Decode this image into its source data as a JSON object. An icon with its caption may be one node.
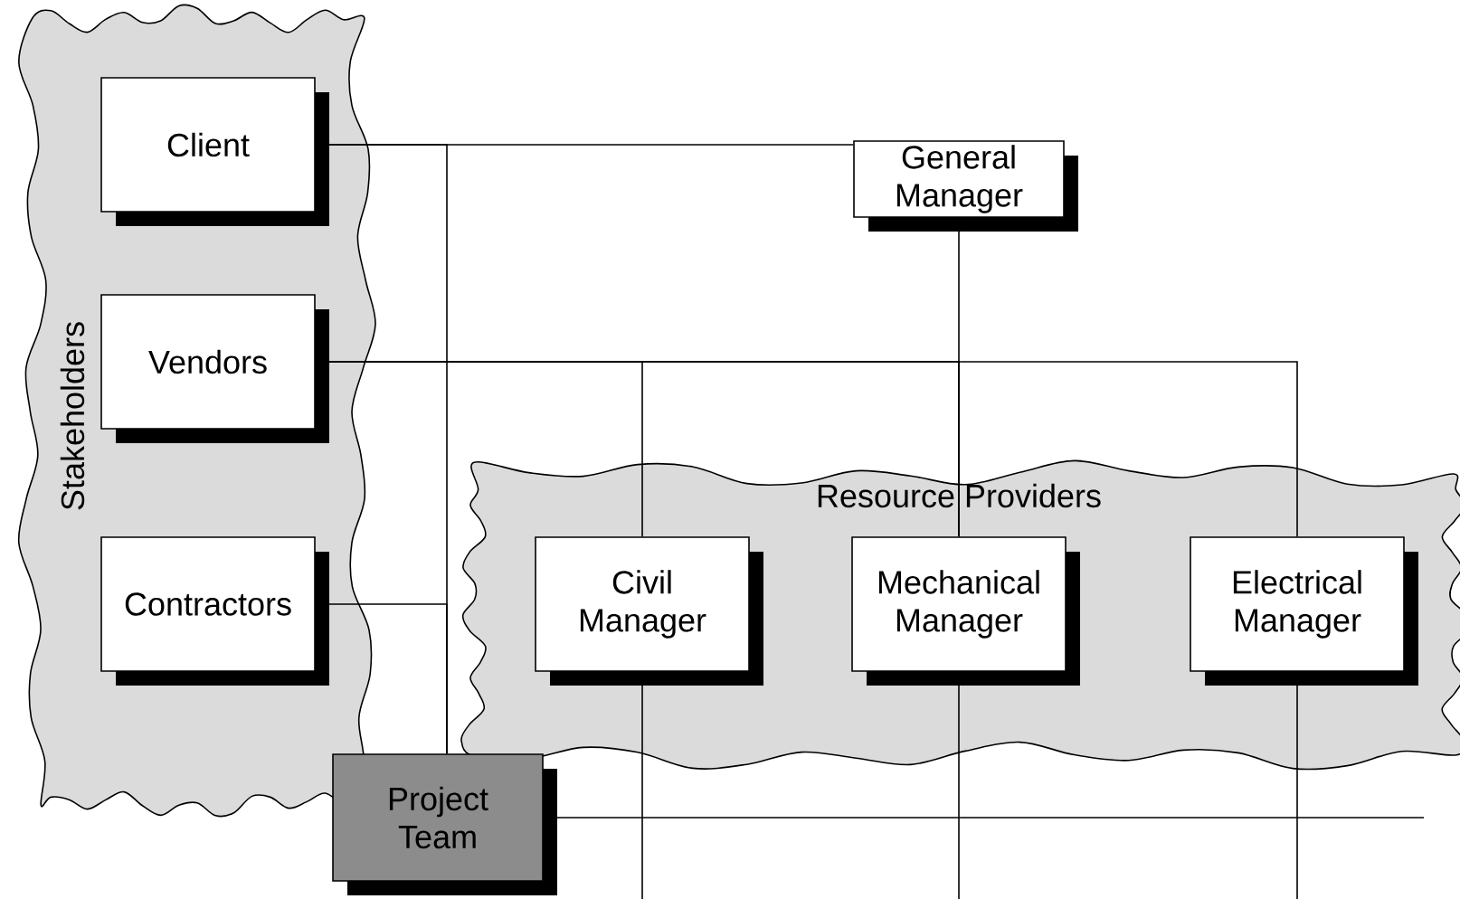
{
  "diagram": {
    "nodes": [
      {
        "text": [
          "Stakeholders"
        ]
      },
      {
        "text": [
          "Client"
        ],
        "in": 0
      },
      {
        "text": [
          "Vendors"
        ],
        "in": 0
      },
      {
        "text": [
          "Contractors"
        ],
        "in": 0
      },
      {
        "text": [
          "General Manager"
        ]
      },
      {
        "text": [
          "Resource Providers"
        ]
      },
      {
        "text": [
          "Civil Manager"
        ],
        "in": 5
      },
      {
        "text": [
          "Mechanical Manager"
        ],
        "in": 5
      },
      {
        "text": [
          "Electrical Manager"
        ],
        "in": 5
      },
      {
        "text": [
          "Project Team"
        ]
      }
    ],
    "edges": [
      {
        "from": 1,
        "to": 4,
        "arrow": "none"
      },
      {
        "from": 1,
        "to": 9,
        "arrow": "none"
      },
      {
        "from": 3,
        "to": 9,
        "arrow": "none"
      },
      {
        "from": 4,
        "to": 7,
        "arrow": "none"
      },
      {
        "from": 2,
        "to": 6,
        "arrow": "none"
      },
      {
        "from": 2,
        "to": 7,
        "arrow": "none"
      },
      {
        "from": 2,
        "to": 8,
        "arrow": "none"
      },
      {
        "from": 9,
        "to": null,
        "arrow": "none"
      },
      {
        "from": 6,
        "to": null,
        "arrow": "none"
      },
      {
        "from": 7,
        "to": null,
        "arrow": "none"
      },
      {
        "from": 8,
        "to": null,
        "arrow": "none"
      }
    ]
  }
}
